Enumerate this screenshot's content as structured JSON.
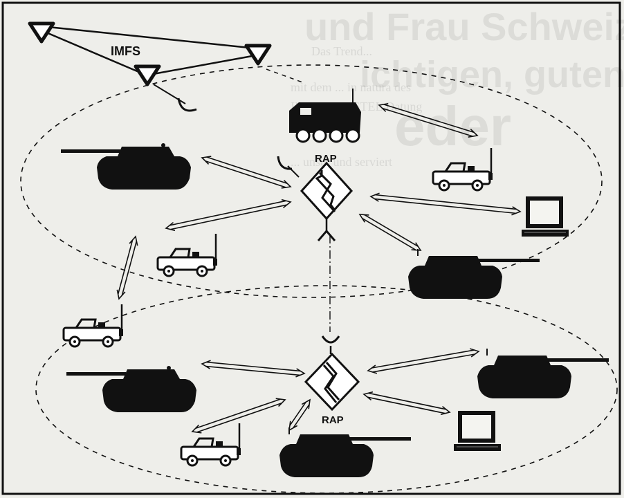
{
  "labels": {
    "imfs": "IMFS",
    "rap_upper": "RAP",
    "rap_lower": "RAP"
  },
  "bleed_through": {
    "headline_1": "und Frau Schweize",
    "headline_2": "ichtigen, guten",
    "headline_3": "eder",
    "body_lines": [
      "Das Trend...",
      "mit dem ... in natura des",
      "IMFS ... DASTEL Datung",
      "... unser und serviert"
    ]
  },
  "colors": {
    "ink": "#111111",
    "paper": "#eeeeea",
    "screen": "#f4f4f0"
  }
}
